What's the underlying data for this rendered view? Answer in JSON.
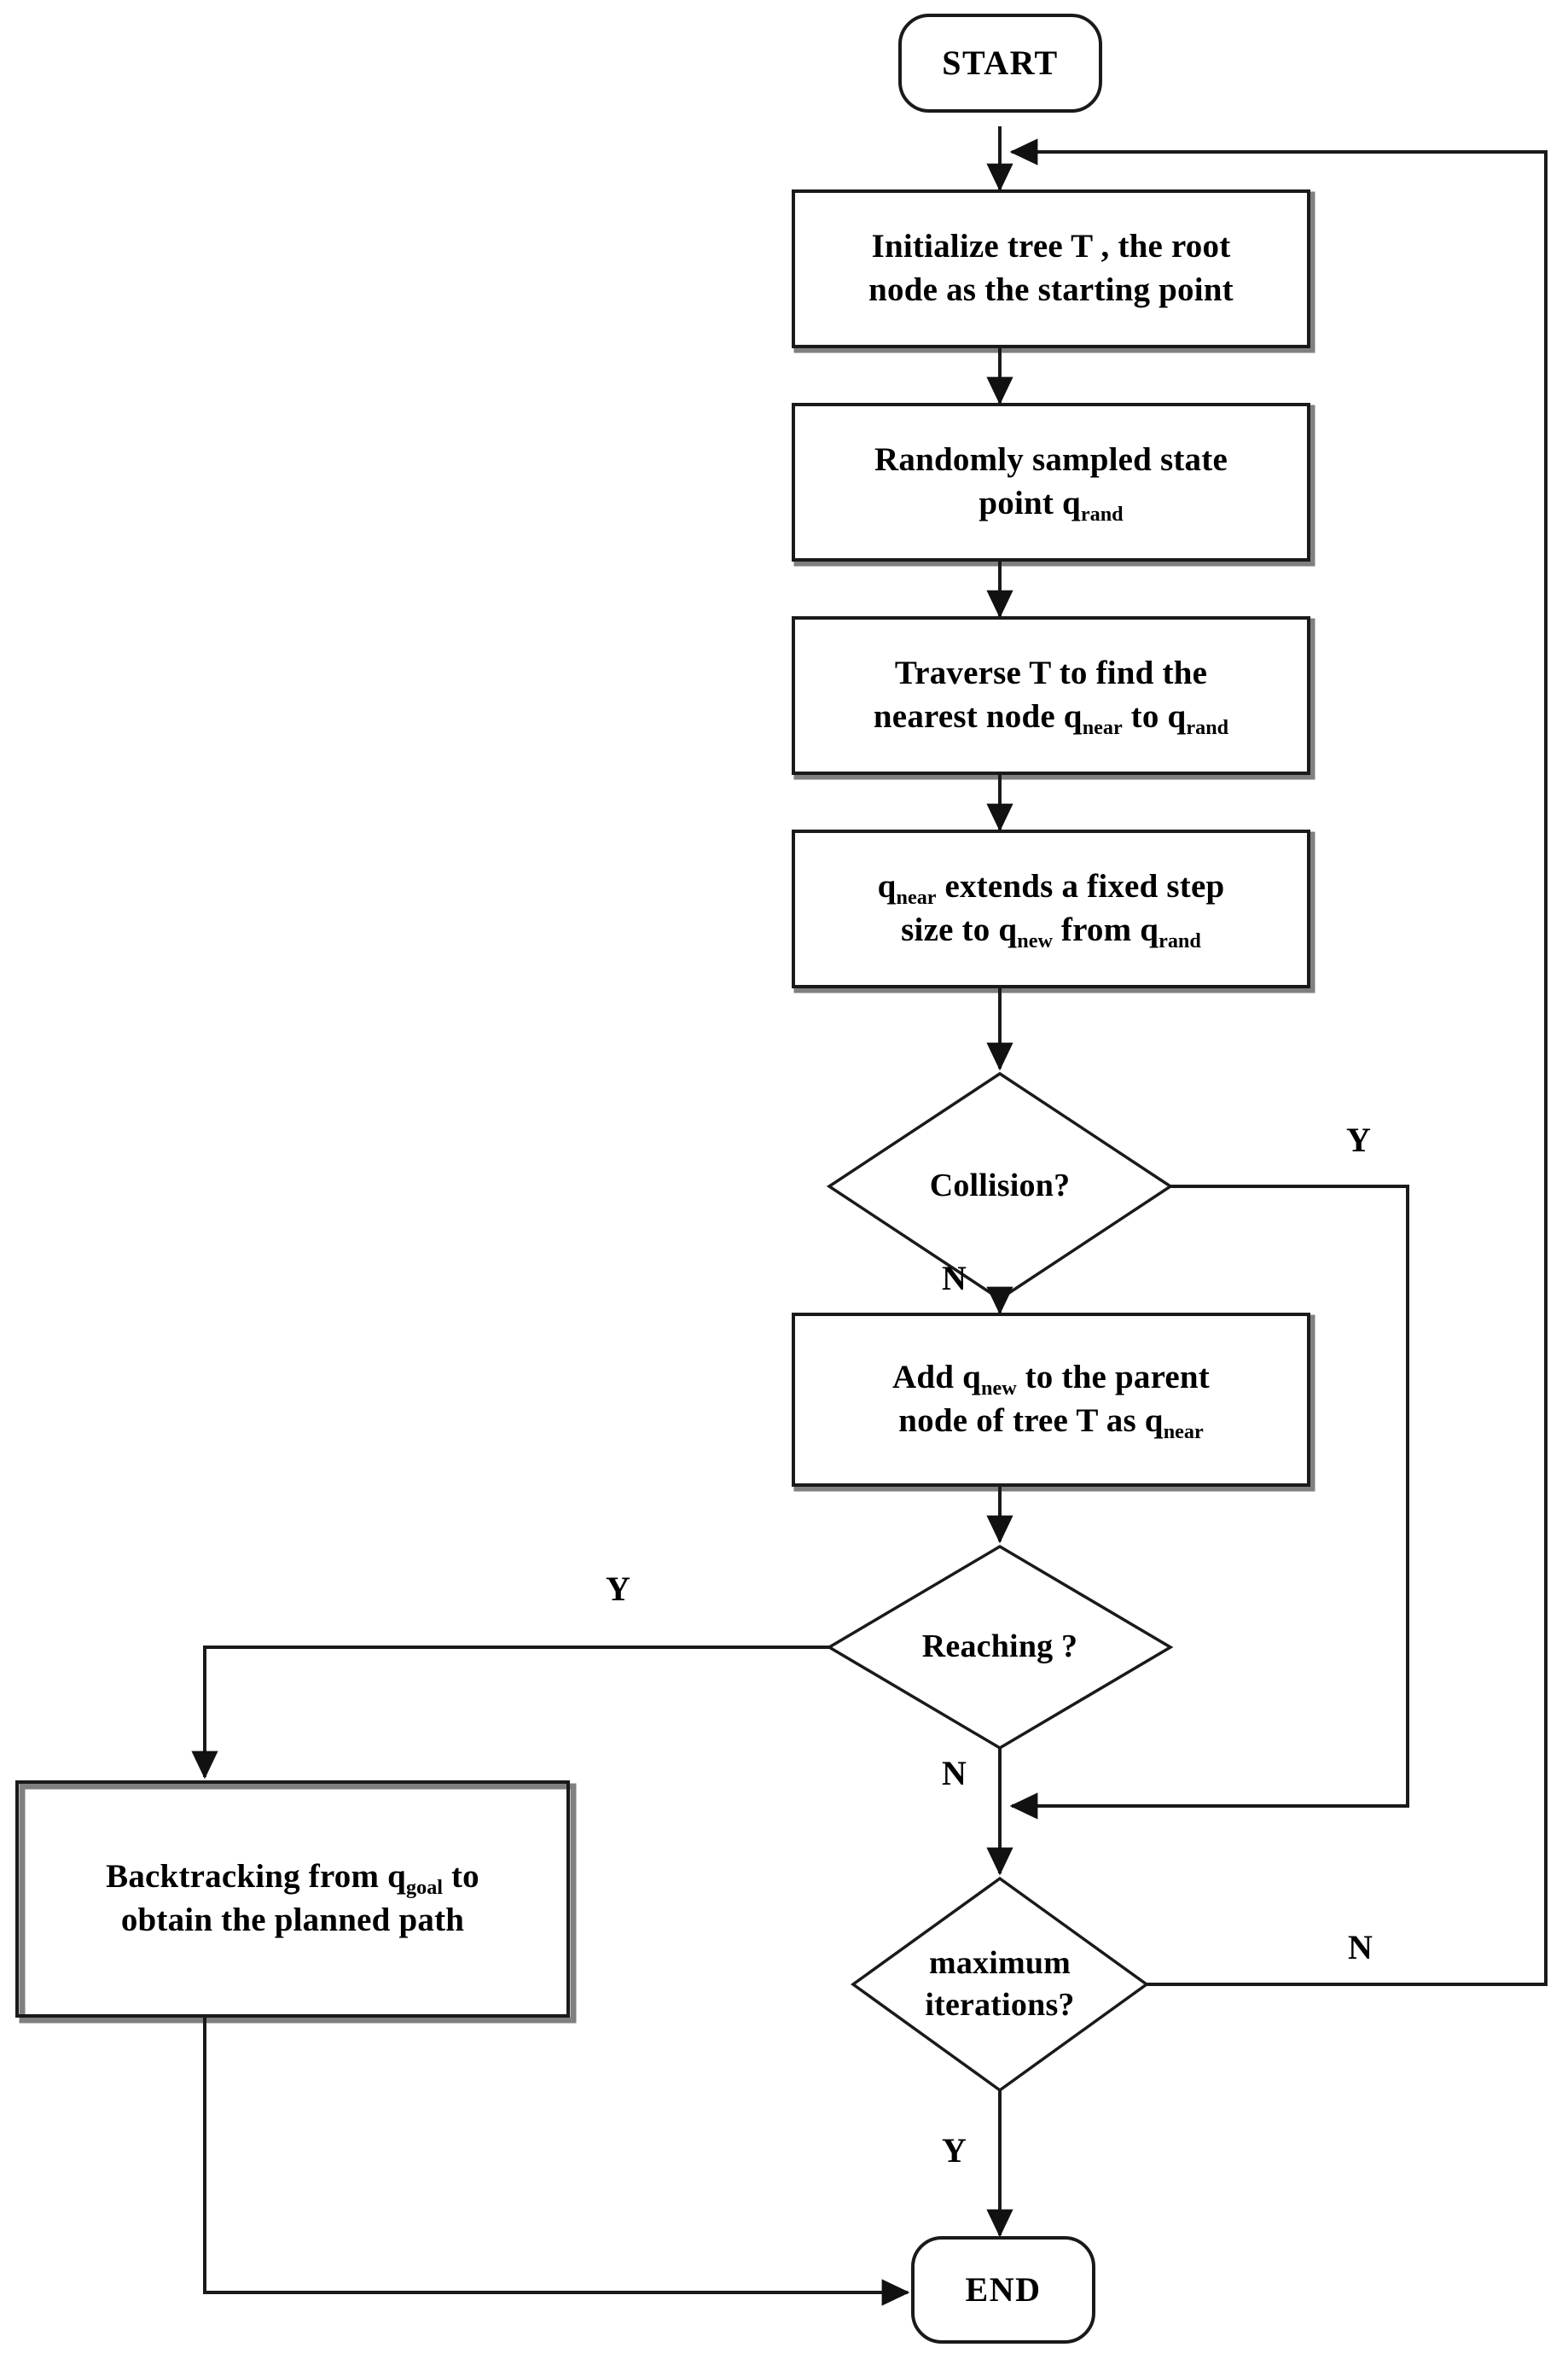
{
  "diagram": {
    "title": "RRT path planning algorithm flowchart",
    "colors": {
      "stroke": "#1a1a1a",
      "shadow": "#808080",
      "fill": "#ffffff",
      "text": "#000000"
    },
    "nodes": {
      "start": {
        "label": "START",
        "shape": "terminal"
      },
      "init": {
        "line1": "Initialize tree T , the root",
        "line2": "node as the starting point",
        "shape": "process"
      },
      "sample": {
        "line1": "Randomly sampled state",
        "line2_pre": "point q",
        "line2_sub": "rand",
        "shape": "process"
      },
      "traverse": {
        "line1": "Traverse T to find the",
        "line2_pre": "nearest node q",
        "line2_sub1": "near",
        "line2_mid": " to q",
        "line2_sub2": "rand",
        "shape": "process"
      },
      "extend": {
        "line1_pre": "q",
        "line1_sub": "near",
        "line1_post": " extends a fixed step",
        "line2_pre": "size to q",
        "line2_sub1": "new",
        "line2_mid": " from q",
        "line2_sub2": "rand",
        "shape": "process"
      },
      "collision": {
        "label": "Collision?",
        "shape": "decision"
      },
      "addnode": {
        "line1_pre": "Add q",
        "line1_sub": "new",
        "line1_post": " to the parent",
        "line2_pre": "node of tree T as q",
        "line2_sub": "near",
        "shape": "process"
      },
      "reaching": {
        "label": "Reaching ?",
        "shape": "decision"
      },
      "backtrack": {
        "line1_pre": "Backtracking from q",
        "line1_sub": "goal",
        "line1_post": " to",
        "line2": "obtain the planned path",
        "shape": "process"
      },
      "maxiter": {
        "label": "maximum  iterations?",
        "shape": "decision"
      },
      "end": {
        "label": "END",
        "shape": "terminal"
      }
    },
    "edge_labels": {
      "collision_yes": "Y",
      "collision_no": "N",
      "reaching_yes": "Y",
      "reaching_no": "N",
      "maxiter_no": "N",
      "maxiter_yes": "Y"
    }
  }
}
